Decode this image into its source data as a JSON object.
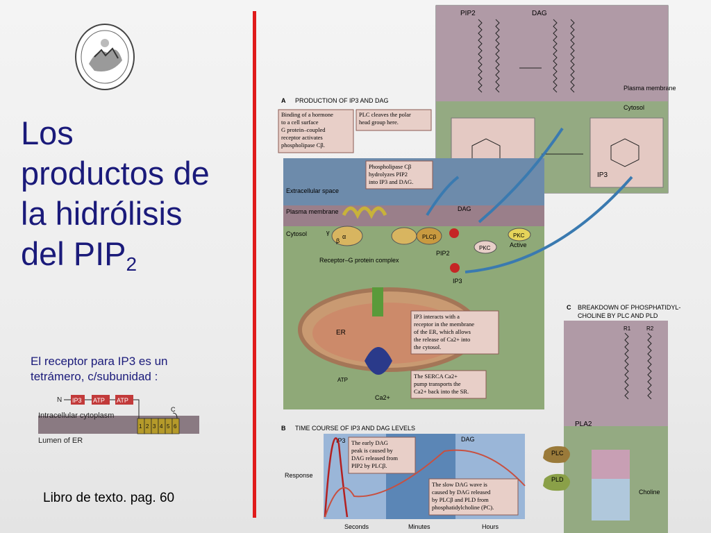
{
  "title": {
    "line1": "Los",
    "line2": "productos de",
    "line3": "la hidrólisis",
    "line4": "del PIP",
    "line4_sub": "2"
  },
  "note": "El receptor para IP3 es un tetrámero, c/subunidad :",
  "book_ref": "Libro de texto. pag. 60",
  "receptor": {
    "n": "N",
    "ip3": "IP3",
    "atp1": "ATP",
    "atp2": "ATP",
    "c": "C",
    "cyto": "Intracellular cytoplasm",
    "lumen": "Lumen of ER",
    "segments": [
      "1",
      "2",
      "3",
      "4",
      "5",
      "6"
    ]
  },
  "panelA": {
    "heading_letter": "A",
    "heading": "PRODUCTION OF IP3 AND DAG",
    "box1": [
      "Binding of a hormone",
      "to a cell surface",
      "G protein–coupled",
      "receptor activates",
      "phospholipase Cβ."
    ],
    "box2": [
      "PLC cleaves the polar",
      "head group here."
    ],
    "box3": [
      "Phospholipase Cβ",
      "hydrolyzes PIP2",
      "into IP3 and DAG."
    ],
    "box4": [
      "IP3 interacts with a",
      "receptor in the membrane",
      "of the ER, which allows",
      "the release of Ca2+ into",
      "the cytosol."
    ],
    "box5": [
      "The SERCA Ca2+",
      "pump transports the",
      "Ca2+ back into the SR."
    ],
    "extracellular": "Extracellular space",
    "plasma": "Plasma membrane",
    "cytosol": "Cytosol",
    "dag": "DAG",
    "pkc": "PKC",
    "pkc_active": "PKC",
    "active": "Active",
    "plcb": "PLCβ",
    "pip2": "PIP2",
    "ip3": "IP3",
    "er": "ER",
    "ca": "Ca2+",
    "atp": "ATP",
    "complex": "Receptor–G protein complex",
    "alpha": "α",
    "beta": "β",
    "gamma": "γ"
  },
  "panelTop": {
    "pip2": "PIP2",
    "dag": "DAG",
    "plasma": "Plasma membrane",
    "cytosol": "Cytosol",
    "ip3": "IP3"
  },
  "panelB": {
    "heading_letter": "B",
    "heading": "TIME COURSE OF IP3 AND DAG LEVELS",
    "ylabel": "Response",
    "ip3": "IP3",
    "dag": "DAG",
    "note1": [
      "The early DAG",
      "peak is caused by",
      "DAG released from",
      "PIP2 by PLCβ."
    ],
    "note2": [
      "The slow DAG wave is",
      "caused by DAG released",
      "by PLCβ and PLD from",
      "phosphatidylcholine (PC)."
    ],
    "x_ticks": [
      "Seconds",
      "Minutes",
      "Hours"
    ]
  },
  "panelC": {
    "heading_letter": "C",
    "heading": [
      "BREAKDOWN OF PHOSPHATIDYL-",
      "CHOLINE BY PLC AND PLD"
    ],
    "r1": "R1",
    "r2": "R2",
    "pla2": "PLA2",
    "plc": "PLC",
    "pld": "PLD",
    "choline": "Choline"
  },
  "colors": {
    "title": "#1a1a7a",
    "red_line": "#e01b1b",
    "membrane": "#9a7f8a",
    "cytosol": "#8fa978",
    "note_box": "#e8cfc8"
  }
}
